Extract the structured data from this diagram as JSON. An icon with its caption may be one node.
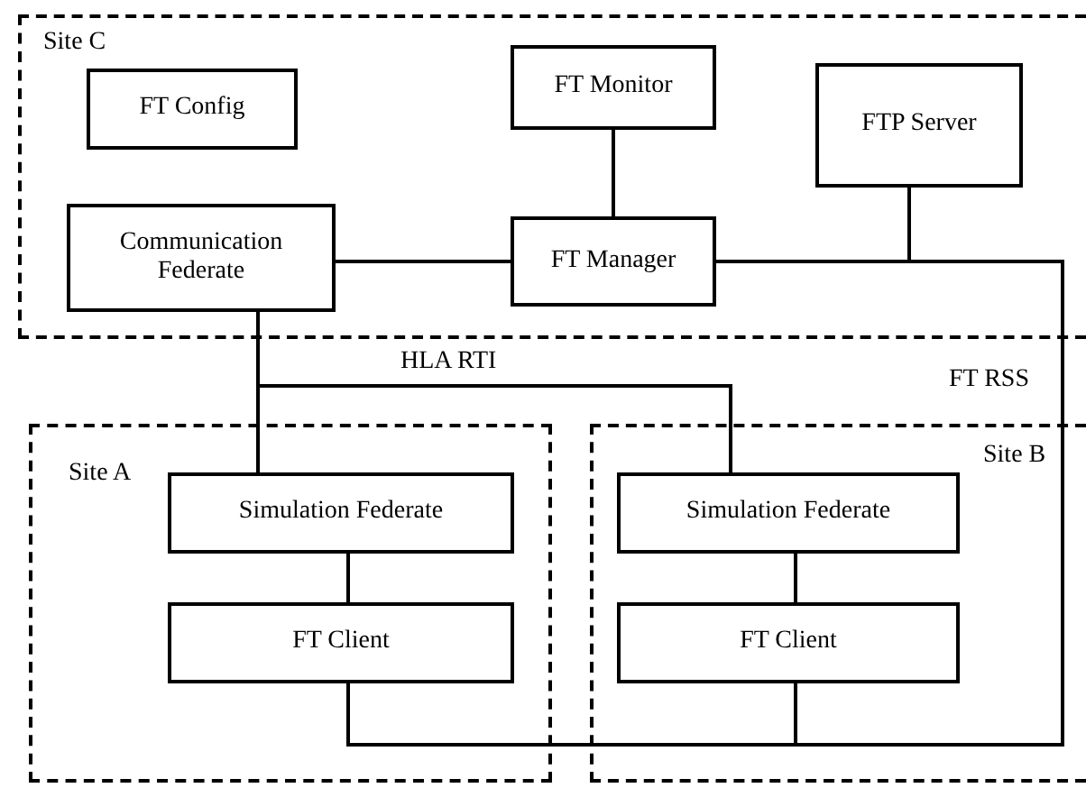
{
  "diagram": {
    "nodes": [
      {
        "text": [
          "Site C"
        ]
      },
      {
        "text": [
          "FT Config"
        ],
        "in": 0
      },
      {
        "text": [
          "FT Monitor"
        ],
        "in": 0
      },
      {
        "text": [
          "FTP Server"
        ],
        "in": 0
      },
      {
        "text": [
          "Communication Federate"
        ],
        "in": 0
      },
      {
        "text": [
          "FT Manager"
        ],
        "in": 0
      },
      {
        "text": [
          "Site A"
        ]
      },
      {
        "text": [
          "Simulation Federate"
        ],
        "in": 6
      },
      {
        "text": [
          "FT Client"
        ],
        "in": 6
      },
      {
        "text": [
          "Site B"
        ]
      },
      {
        "text": [
          "Simulation Federate"
        ],
        "in": 9
      },
      {
        "text": [
          "FT Client"
        ],
        "in": 9
      }
    ],
    "edges": [
      {
        "from": 2,
        "to": 5,
        "arrow": "none"
      },
      {
        "from": 4,
        "to": 5,
        "arrow": "none"
      },
      {
        "from": 5,
        "to": 8,
        "arrow": "none"
      },
      {
        "from": 5,
        "to": 11,
        "arrow": "none"
      },
      {
        "from": 3,
        "to": 8,
        "arrow": "none"
      },
      {
        "from": 3,
        "to": 11,
        "arrow": "none"
      },
      {
        "from": 4,
        "to": 7,
        "arrow": "none"
      },
      {
        "from": 4,
        "to": 10,
        "arrow": "none"
      },
      {
        "from": 7,
        "to": 8,
        "arrow": "none"
      },
      {
        "from": 10,
        "to": 11,
        "arrow": "none"
      }
    ],
    "labels": [
      "HLA RTI",
      "FT RSS"
    ]
  }
}
